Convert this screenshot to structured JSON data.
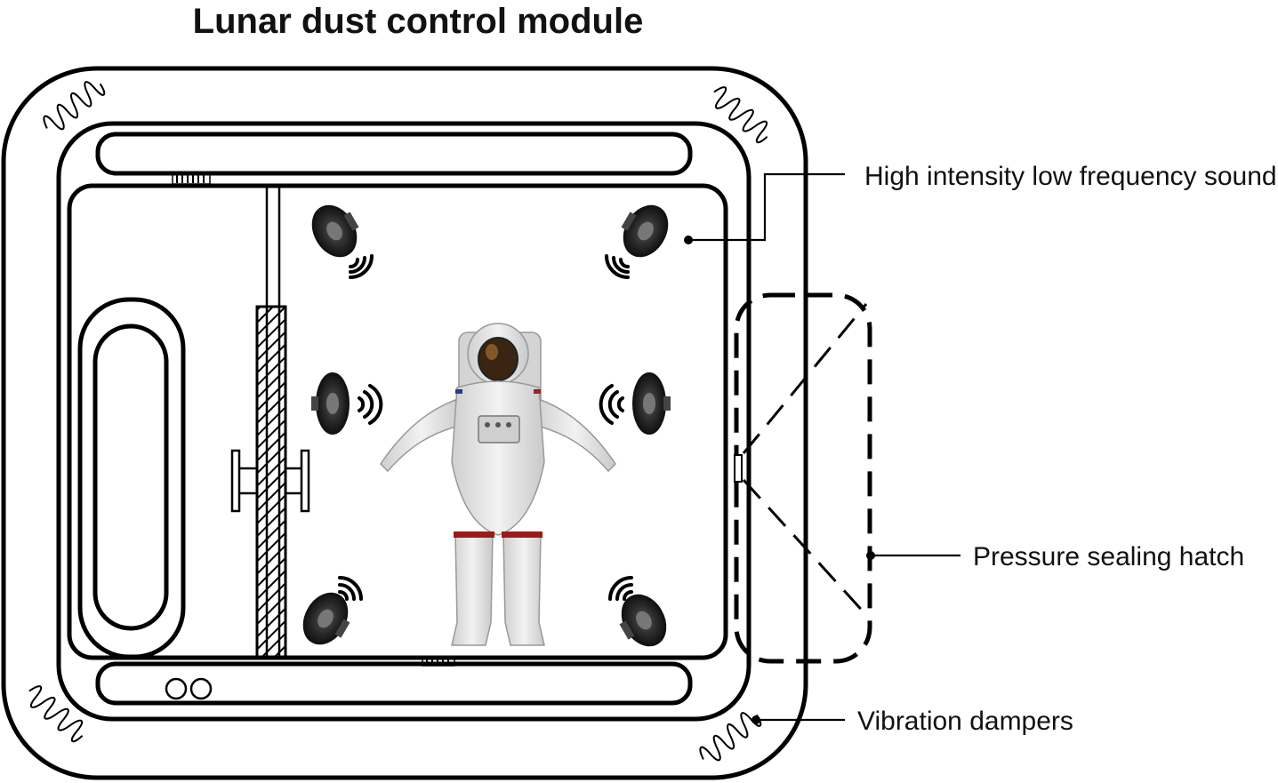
{
  "diagram": {
    "title": "Lunar dust control module",
    "labels": {
      "sound": "High intensity low frequency sound",
      "hatch": "Pressure sealing hatch",
      "dampers": "Vibration dampers"
    }
  },
  "colors": {
    "stroke": "#000000",
    "speaker": "#2a2a2a",
    "suit": "#e6e6e6",
    "suit_band": "#9b1b1b"
  },
  "icons": [
    "speaker-icon",
    "sound-wave-icon",
    "spring-damper-icon",
    "astronaut-figure"
  ]
}
